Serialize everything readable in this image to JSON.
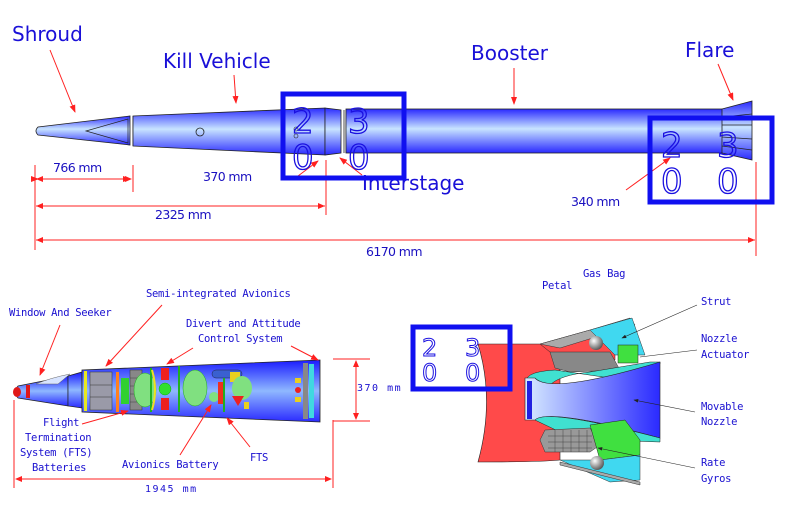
{
  "top_diagram": {
    "labels": {
      "shroud": "Shroud",
      "kill_vehicle": "Kill Vehicle",
      "booster": "Booster",
      "flare": "Flare",
      "interstage": "Interstage"
    },
    "dimensions": {
      "shroud_length": "766 mm",
      "kv_diameter": "370 mm",
      "to_interstage": "2325 mm",
      "booster_diameter": "340 mm",
      "total_length": "6170 mm"
    }
  },
  "kill_vehicle_diagram": {
    "labels": {
      "window_seeker": "Window And Seeker",
      "semi_integrated_avionics": "Semi-integrated Avionics",
      "divert_line1": "Divert and Attitude",
      "divert_line2": "Control System",
      "fts_batteries_line1": "Flight",
      "fts_batteries_line2": "Termination",
      "fts_batteries_line3": "System (FTS)",
      "fts_batteries_line4": "Batteries",
      "avionics_battery": "Avionics Battery",
      "fts": "FTS"
    },
    "dimensions": {
      "diameter": "370 mm",
      "length": "1945 mm"
    }
  },
  "nozzle_diagram": {
    "labels": {
      "petal": "Petal",
      "gas_bag": "Gas Bag",
      "strut": "Strut",
      "nozzle_actuator_line1": "Nozzle",
      "nozzle_actuator_line2": "Actuator",
      "movable_nozzle_line1": "Movable",
      "movable_nozzle_line2": "Nozzle",
      "rate_gyros_line1": "Rate",
      "rate_gyros_line2": "Gyros"
    }
  },
  "overlays": [
    {
      "digits": [
        "2",
        "3",
        "0",
        "0"
      ]
    },
    {
      "digits": [
        "2",
        "3",
        "0",
        "0"
      ]
    },
    {
      "digits": [
        "2",
        "3",
        "0",
        "0"
      ]
    }
  ],
  "colors": {
    "label_blue": "#1a10d8",
    "dimension_red": "#ff2020",
    "body_blue": "#3b3bff",
    "nozzle_red": "#ff4a4a",
    "cyan": "#40e0d0",
    "green": "#40e040"
  }
}
